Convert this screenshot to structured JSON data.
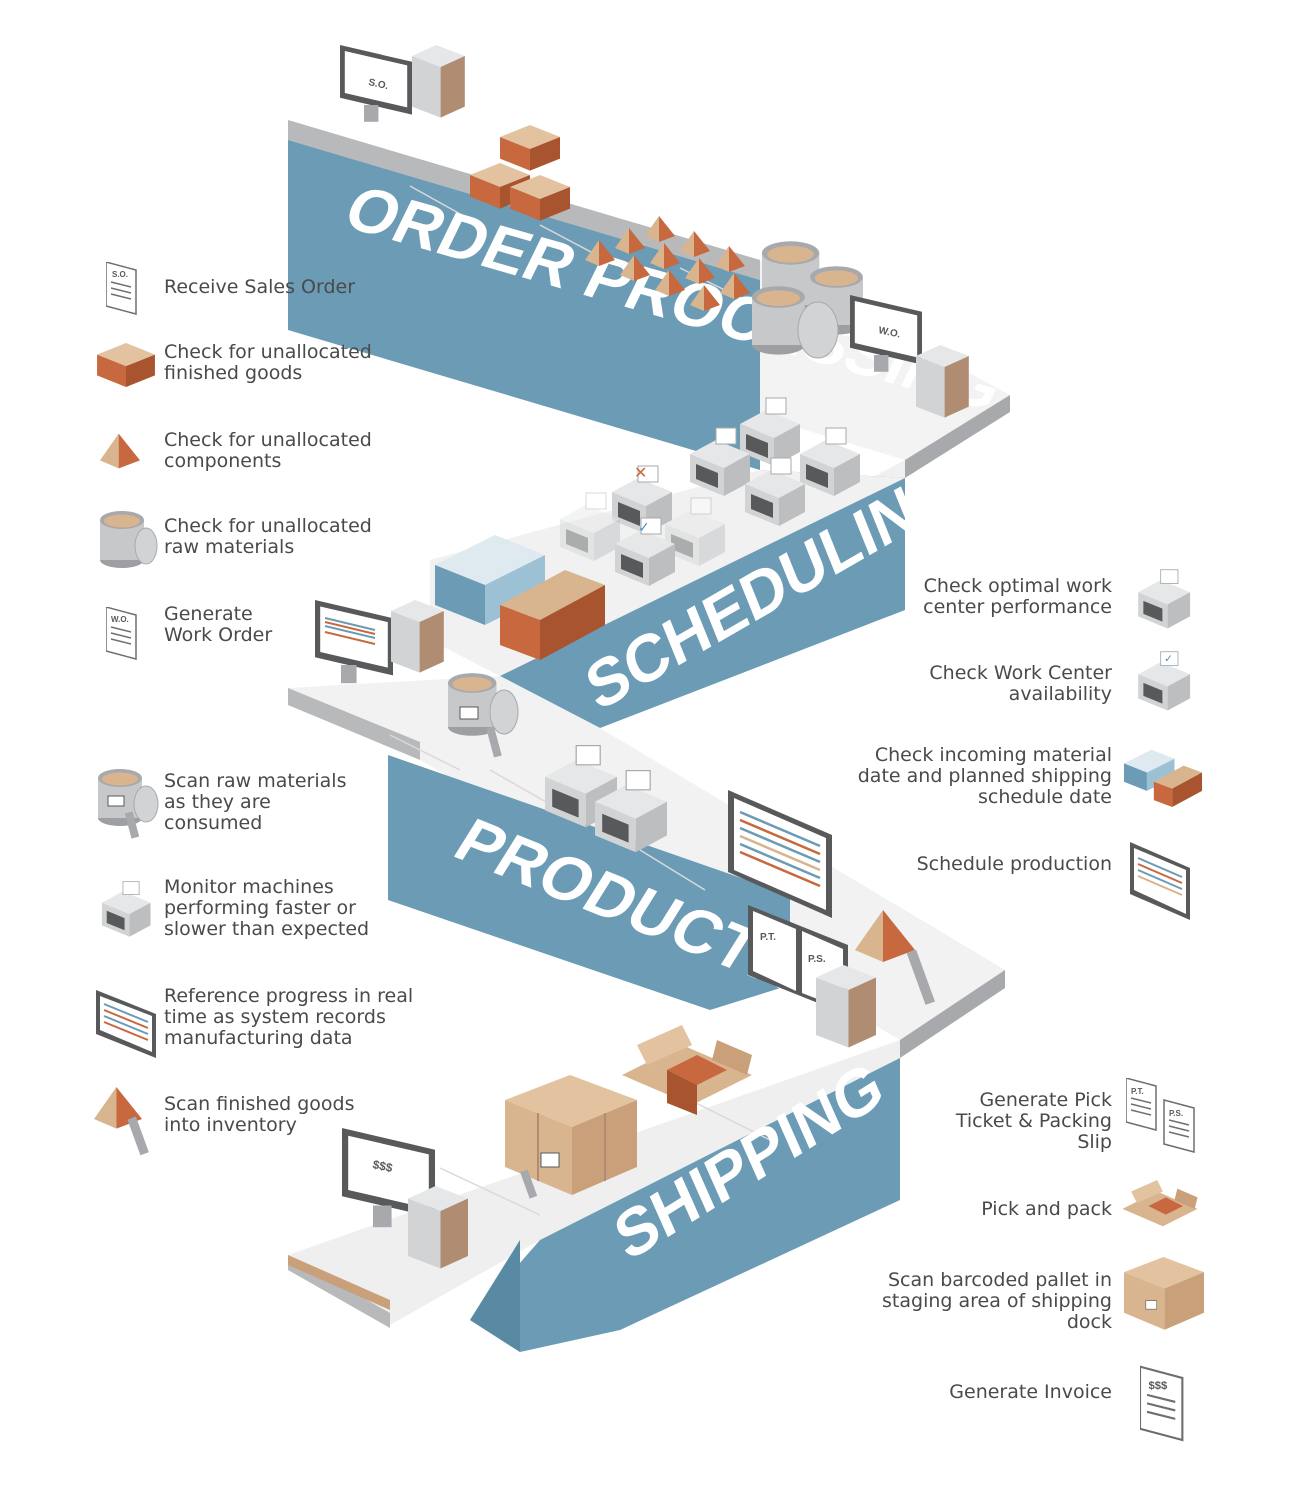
{
  "stages": {
    "order_processing": "ORDER PROCESSING",
    "scheduling": "SCHEDULING",
    "production": "PRODUCTION",
    "shipping": "SHIPPING"
  },
  "doc_codes": {
    "sales_order": "S.O.",
    "work_order": "W.O.",
    "pick_ticket": "P.T.",
    "packing_slip": "P.S.",
    "invoice": "$$$"
  },
  "legend_left": [
    {
      "icon": "sales-order-document-icon",
      "text_lines": [
        "Receive Sales Order"
      ]
    },
    {
      "icon": "cardboard-box-icon",
      "text_lines": [
        "Check for unallocated",
        "finished goods"
      ]
    },
    {
      "icon": "pyramid-component-icon",
      "text_lines": [
        "Check for unallocated",
        "components"
      ]
    },
    {
      "icon": "raw-material-drum-icon",
      "text_lines": [
        "Check for unallocated",
        "raw materials"
      ]
    },
    {
      "icon": "work-order-document-icon",
      "text_lines": [
        "Generate",
        "Work Order"
      ]
    },
    {
      "icon": "barcode-scan-drum-icon",
      "text_lines": [
        "Scan raw materials",
        "as they are",
        "consumed"
      ]
    },
    {
      "icon": "machine-rabbit-icon",
      "text_lines": [
        "Monitor machines",
        "performing faster or",
        "slower than expected"
      ]
    },
    {
      "icon": "progress-monitor-icon",
      "text_lines": [
        "Reference progress in real",
        "time as system records",
        "manufacturing data"
      ]
    },
    {
      "icon": "scan-finished-goods-icon",
      "text_lines": [
        "Scan finished goods",
        "into inventory"
      ]
    }
  ],
  "legend_right": [
    {
      "icon": "machine-thumbs-up-icon",
      "text_lines": [
        "Check optimal work",
        "center performance"
      ]
    },
    {
      "icon": "machine-checkmark-icon",
      "text_lines": [
        "Check Work Center",
        "availability"
      ]
    },
    {
      "icon": "truck-icon",
      "text_lines": [
        "Check incoming material",
        "date and planned shipping",
        "schedule date"
      ]
    },
    {
      "icon": "schedule-monitor-icon",
      "text_lines": [
        "Schedule production"
      ]
    },
    {
      "icon": "pick-ticket-packing-slip-icon",
      "text_lines": [
        "Generate Pick",
        "Ticket & Packing",
        "Slip"
      ]
    },
    {
      "icon": "open-box-icon",
      "text_lines": [
        "Pick and pack"
      ]
    },
    {
      "icon": "pallet-icon",
      "text_lines": [
        "Scan barcoded pallet in",
        "staging area of shipping",
        "dock"
      ]
    },
    {
      "icon": "invoice-document-icon",
      "text_lines": [
        "Generate Invoice"
      ]
    }
  ],
  "colors": {
    "band_blue": "#6b9bb5",
    "band_blue_dark": "#4f7f99",
    "floor_light": "#f1f1f1",
    "floor_side": "#b8b9bb",
    "box_tan": "#d8b48f",
    "box_orange": "#c8683e",
    "gray_dark": "#58595b",
    "gray_mid": "#a7a9ac",
    "text": "#4a4a4a"
  }
}
